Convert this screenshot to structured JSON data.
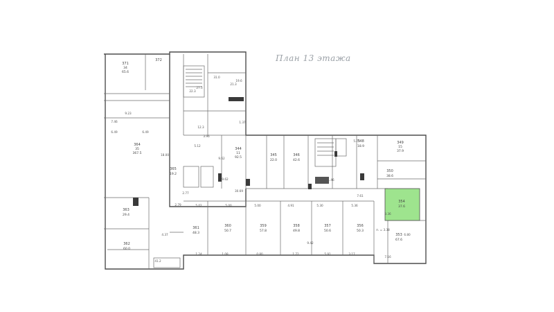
{
  "title": "План 13 этажа",
  "highlight_color": "#9ee48e",
  "rooms": [
    {
      "id": "room-371",
      "number": "371",
      "index": "34",
      "area": "65.6"
    },
    {
      "id": "room-372",
      "number": "372",
      "index": "",
      "area": ""
    },
    {
      "id": "room-364",
      "number": "364",
      "index": "35",
      "area": "367.5"
    },
    {
      "id": "room-344",
      "number": "344",
      "index": "11",
      "area": "92.5"
    },
    {
      "id": "room-345",
      "number": "345",
      "index": "",
      "area": "22.0"
    },
    {
      "id": "room-346",
      "number": "346",
      "index": "",
      "area": "42.6"
    },
    {
      "id": "room-348",
      "number": "348",
      "index": "",
      "area": "18.9"
    },
    {
      "id": "room-349",
      "number": "349",
      "index": "15",
      "area": "37.9"
    },
    {
      "id": "room-350",
      "number": "350",
      "index": "",
      "area": "38.6"
    },
    {
      "id": "room-354",
      "number": "354",
      "index": "",
      "area": "37.6"
    },
    {
      "id": "room-353",
      "number": "353",
      "index": "",
      "area": "67.6"
    },
    {
      "id": "room-361",
      "number": "361",
      "index": "",
      "area": "48.3"
    },
    {
      "id": "room-360",
      "number": "360",
      "index": "",
      "area": "50.7"
    },
    {
      "id": "room-359",
      "number": "359",
      "index": "",
      "area": "57.8"
    },
    {
      "id": "room-358",
      "number": "358",
      "index": "",
      "area": "49.8"
    },
    {
      "id": "room-357",
      "number": "357",
      "index": "",
      "area": "50.6"
    },
    {
      "id": "room-356",
      "number": "356",
      "index": "",
      "area": "50.3"
    },
    {
      "id": "room-363",
      "number": "363",
      "index": "",
      "area": "29.4"
    },
    {
      "id": "room-362",
      "number": "362",
      "index": "",
      "area": "60.0"
    },
    {
      "id": "room-365",
      "number": "365",
      "index": "",
      "area": "19.2"
    }
  ],
  "dims": [
    "7.46",
    "9.23",
    "6.49",
    "6.49",
    "18.00",
    "3.96",
    "2.79",
    "9.62",
    "9.62",
    "30.69",
    "5.02",
    "5.00",
    "5.00",
    "4.91",
    "5.30",
    "5.36",
    "7.61",
    "5.75",
    "7.16",
    "6.80",
    "9.42",
    "3.36",
    "5.12",
    "2.77",
    "4.37",
    "1.24",
    "1.08",
    "0.80",
    "1.72",
    "5.91",
    "3.17"
  ],
  "small_labels": [
    "п. = 3.38",
    "21.3",
    "27.5",
    "41.2",
    "1.37",
    "1.46",
    "12.3",
    "22.3",
    "31.0",
    "19.6"
  ]
}
